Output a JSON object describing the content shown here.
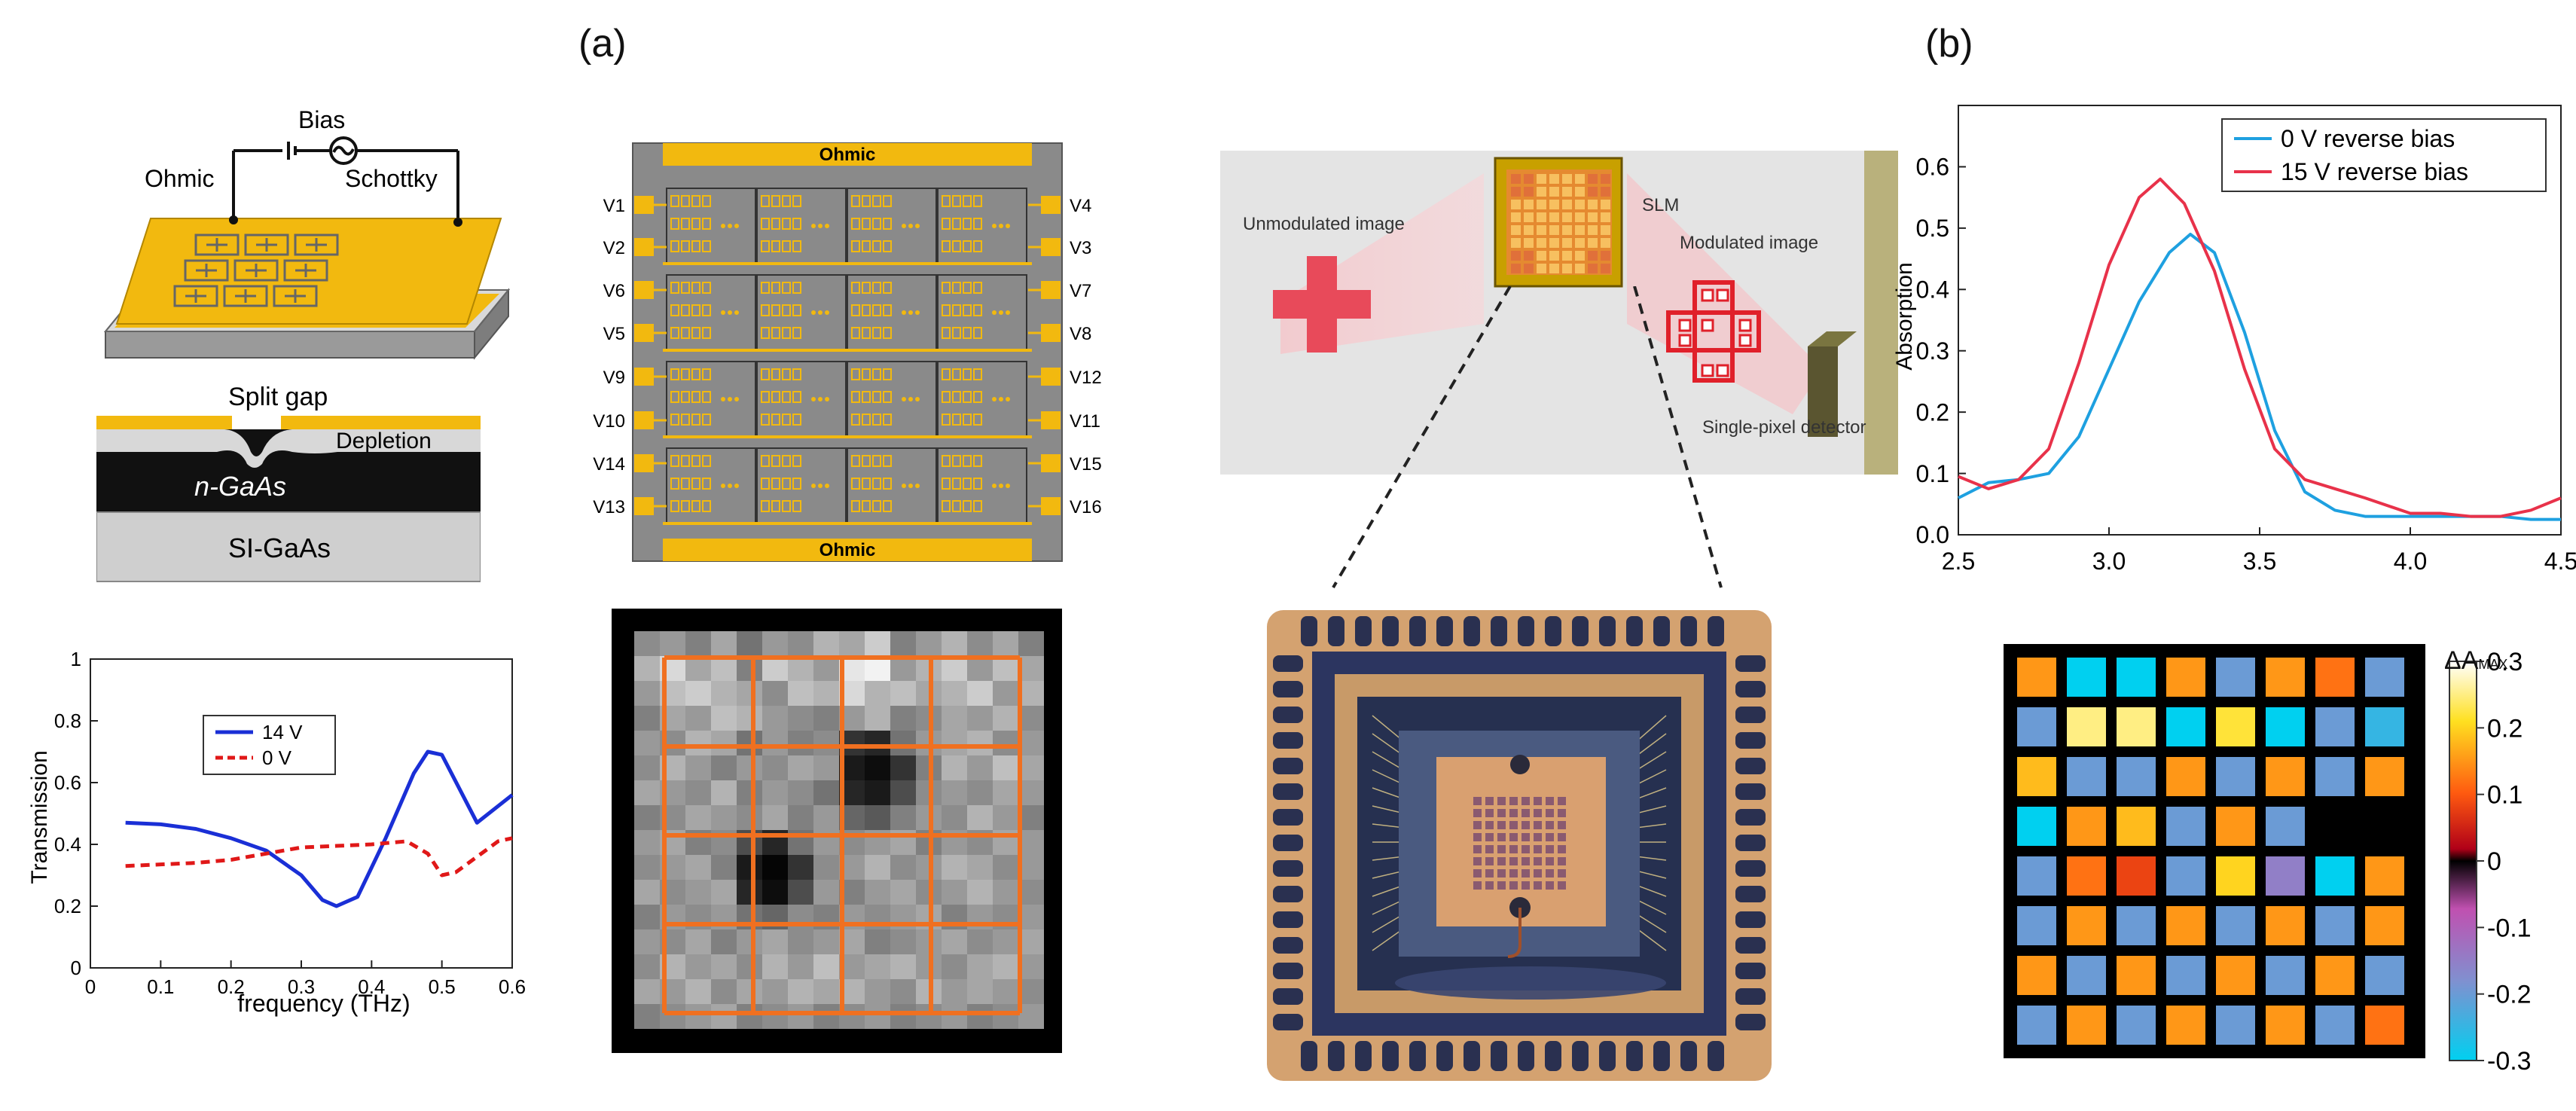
{
  "labels": {
    "panel_a": "(a)",
    "panel_b": "(b)"
  },
  "device": {
    "bias": "Bias",
    "ohmic": "Ohmic",
    "schottky": "Schottky",
    "split_gap": "Split gap",
    "depletion": "Depletion",
    "n_gaas": "n-GaAs",
    "si_gaas": "SI-GaAs"
  },
  "chip": {
    "top_label": "Ohmic",
    "bottom_label": "Ohmic",
    "left_labels": [
      "V1",
      "V2",
      "V6",
      "V5",
      "V9",
      "V10",
      "V14",
      "V13"
    ],
    "right_labels": [
      "V4",
      "V3",
      "V7",
      "V8",
      "V12",
      "V11",
      "V15",
      "V16"
    ]
  },
  "slm": {
    "unmodulated": "Unmodulated image",
    "slm": "SLM",
    "modulated": "Modulated image",
    "detector": "Single-pixel detector"
  },
  "colorbar": {
    "title": "ΔA",
    "sub": "MAX",
    "ticks": [
      "0.3",
      "0.2",
      "0.1",
      "0",
      "-0.1",
      "-0.2",
      "-0.3"
    ]
  },
  "colors": {
    "gold": "#f2b90f",
    "orange_grid": "#f07020",
    "blue_line": "#1a2fd6",
    "red_line": "#e01818",
    "cyan_line": "#1ea0e0",
    "pink_line": "#e8324a"
  },
  "chart_data": [
    {
      "type": "line",
      "ylabel": "Transmission",
      "xlabel": "frequency (THz)",
      "xlim": [
        0,
        0.6
      ],
      "ylim": [
        0,
        1
      ],
      "xticks": [
        "0",
        "0.1",
        "0.2",
        "0.3",
        "0.4",
        "0.5",
        "0.6"
      ],
      "yticks": [
        "0",
        "0.2",
        "0.4",
        "0.6",
        "0.8",
        "1"
      ],
      "legend_position": "top-left",
      "series": [
        {
          "name": "14 V",
          "style": "solid",
          "color": "#1a2fd6",
          "x": [
            0.05,
            0.1,
            0.15,
            0.2,
            0.25,
            0.3,
            0.33,
            0.35,
            0.38,
            0.42,
            0.46,
            0.48,
            0.5,
            0.55,
            0.6
          ],
          "y": [
            0.47,
            0.465,
            0.45,
            0.42,
            0.38,
            0.3,
            0.22,
            0.2,
            0.23,
            0.42,
            0.63,
            0.7,
            0.69,
            0.47,
            0.56
          ]
        },
        {
          "name": "0 V",
          "style": "dashed",
          "color": "#e01818",
          "x": [
            0.05,
            0.1,
            0.15,
            0.2,
            0.25,
            0.3,
            0.35,
            0.4,
            0.45,
            0.48,
            0.5,
            0.52,
            0.55,
            0.58,
            0.6
          ],
          "y": [
            0.33,
            0.335,
            0.34,
            0.35,
            0.37,
            0.39,
            0.395,
            0.4,
            0.41,
            0.37,
            0.3,
            0.31,
            0.36,
            0.41,
            0.42
          ]
        }
      ]
    },
    {
      "type": "line",
      "ylabel": "Absorption",
      "xlabel": "",
      "xlim": [
        2.5,
        4.5
      ],
      "ylim": [
        0,
        0.7
      ],
      "xticks": [
        "2.5",
        "3.0",
        "3.5",
        "4.0",
        "4.5"
      ],
      "yticks": [
        "0.0",
        "0.1",
        "0.2",
        "0.3",
        "0.4",
        "0.5",
        "0.6"
      ],
      "legend_position": "top-right",
      "series": [
        {
          "name": "0 V reverse bias",
          "color": "#1ea0e0",
          "x": [
            2.5,
            2.6,
            2.7,
            2.8,
            2.9,
            3.0,
            3.1,
            3.2,
            3.27,
            3.35,
            3.45,
            3.55,
            3.65,
            3.75,
            3.85,
            4.0,
            4.1,
            4.2,
            4.3,
            4.4,
            4.5
          ],
          "y": [
            0.06,
            0.085,
            0.09,
            0.1,
            0.16,
            0.27,
            0.38,
            0.46,
            0.49,
            0.46,
            0.33,
            0.17,
            0.07,
            0.04,
            0.03,
            0.03,
            0.03,
            0.03,
            0.03,
            0.025,
            0.025
          ]
        },
        {
          "name": "15 V reverse bias",
          "color": "#e8324a",
          "x": [
            2.5,
            2.6,
            2.7,
            2.8,
            2.9,
            3.0,
            3.1,
            3.17,
            3.25,
            3.35,
            3.45,
            3.55,
            3.65,
            3.75,
            3.85,
            4.0,
            4.1,
            4.2,
            4.3,
            4.4,
            4.5
          ],
          "y": [
            0.095,
            0.075,
            0.09,
            0.14,
            0.28,
            0.44,
            0.55,
            0.58,
            0.54,
            0.43,
            0.27,
            0.14,
            0.09,
            0.075,
            0.06,
            0.035,
            0.035,
            0.03,
            0.03,
            0.04,
            0.06
          ]
        }
      ]
    },
    {
      "type": "heatmap",
      "rows": 8,
      "cols": 8,
      "colorbar_range": [
        -0.3,
        0.3
      ],
      "values": [
        [
          0.15,
          -0.3,
          -0.3,
          0.15,
          -0.2,
          0.15,
          0.12,
          -0.2
        ],
        [
          -0.2,
          0.25,
          0.25,
          -0.3,
          0.22,
          -0.3,
          -0.2,
          -0.25
        ],
        [
          0.18,
          -0.2,
          -0.2,
          0.15,
          -0.2,
          0.15,
          -0.2,
          0.15
        ],
        [
          -0.3,
          0.15,
          0.18,
          -0.2,
          0.15,
          -0.2,
          0.0,
          0.0
        ],
        [
          -0.2,
          0.12,
          0.08,
          -0.2,
          0.2,
          -0.15,
          -0.3,
          0.15
        ],
        [
          -0.2,
          0.15,
          -0.2,
          0.15,
          -0.2,
          0.15,
          -0.2,
          0.15
        ],
        [
          0.15,
          -0.2,
          0.15,
          -0.2,
          0.15,
          -0.2,
          0.15,
          -0.2
        ],
        [
          -0.2,
          0.15,
          -0.2,
          0.15,
          -0.2,
          0.15,
          -0.2,
          0.12
        ]
      ]
    },
    {
      "type": "heatmap",
      "rows": 16,
      "cols": 16,
      "colorscale": "grayscale",
      "segment_grid": [
        4,
        4
      ],
      "values": [
        [
          0.55,
          0.6,
          0.5,
          0.65,
          0.45,
          0.6,
          0.55,
          0.7,
          0.65,
          0.8,
          0.5,
          0.6,
          0.7,
          0.55,
          0.65,
          0.5
        ],
        [
          0.7,
          0.85,
          0.65,
          0.75,
          0.5,
          0.8,
          0.7,
          0.6,
          0.9,
          0.95,
          0.6,
          0.7,
          0.8,
          0.6,
          0.75,
          0.65
        ],
        [
          0.6,
          0.75,
          0.8,
          0.7,
          0.65,
          0.55,
          0.75,
          0.7,
          0.85,
          0.7,
          0.75,
          0.65,
          0.7,
          0.8,
          0.6,
          0.7
        ],
        [
          0.5,
          0.65,
          0.6,
          0.75,
          0.7,
          0.6,
          0.55,
          0.5,
          0.6,
          0.7,
          0.5,
          0.55,
          0.65,
          0.6,
          0.7,
          0.55
        ],
        [
          0.6,
          0.55,
          0.7,
          0.65,
          0.45,
          0.6,
          0.5,
          0.55,
          0.2,
          0.15,
          0.45,
          0.6,
          0.65,
          0.7,
          0.55,
          0.6
        ],
        [
          0.55,
          0.7,
          0.6,
          0.5,
          0.6,
          0.55,
          0.65,
          0.6,
          0.1,
          0.05,
          0.2,
          0.5,
          0.7,
          0.6,
          0.75,
          0.65
        ],
        [
          0.65,
          0.6,
          0.55,
          0.7,
          0.5,
          0.6,
          0.55,
          0.45,
          0.15,
          0.1,
          0.3,
          0.55,
          0.6,
          0.55,
          0.65,
          0.6
        ],
        [
          0.5,
          0.55,
          0.65,
          0.6,
          0.55,
          0.65,
          0.5,
          0.6,
          0.4,
          0.35,
          0.5,
          0.6,
          0.55,
          0.7,
          0.6,
          0.5
        ],
        [
          0.6,
          0.65,
          0.5,
          0.55,
          0.3,
          0.15,
          0.45,
          0.6,
          0.55,
          0.6,
          0.65,
          0.5,
          0.6,
          0.55,
          0.65,
          0.6
        ],
        [
          0.55,
          0.6,
          0.65,
          0.5,
          0.1,
          0.02,
          0.2,
          0.55,
          0.6,
          0.7,
          0.55,
          0.6,
          0.7,
          0.65,
          0.55,
          0.6
        ],
        [
          0.65,
          0.55,
          0.6,
          0.65,
          0.15,
          0.05,
          0.3,
          0.6,
          0.5,
          0.6,
          0.65,
          0.55,
          0.6,
          0.7,
          0.6,
          0.55
        ],
        [
          0.5,
          0.6,
          0.55,
          0.6,
          0.45,
          0.4,
          0.55,
          0.5,
          0.6,
          0.55,
          0.6,
          0.65,
          0.5,
          0.6,
          0.55,
          0.6
        ],
        [
          0.6,
          0.55,
          0.65,
          0.5,
          0.6,
          0.65,
          0.55,
          0.6,
          0.65,
          0.5,
          0.55,
          0.6,
          0.65,
          0.55,
          0.6,
          0.65
        ],
        [
          0.55,
          0.7,
          0.6,
          0.65,
          0.55,
          0.7,
          0.6,
          0.75,
          0.6,
          0.65,
          0.7,
          0.6,
          0.55,
          0.65,
          0.7,
          0.6
        ],
        [
          0.65,
          0.6,
          0.7,
          0.55,
          0.65,
          0.6,
          0.7,
          0.65,
          0.7,
          0.6,
          0.55,
          0.7,
          0.6,
          0.65,
          0.6,
          0.55
        ],
        [
          0.5,
          0.55,
          0.6,
          0.65,
          0.5,
          0.55,
          0.6,
          0.5,
          0.55,
          0.6,
          0.5,
          0.55,
          0.6,
          0.5,
          0.55,
          0.6
        ]
      ]
    }
  ]
}
